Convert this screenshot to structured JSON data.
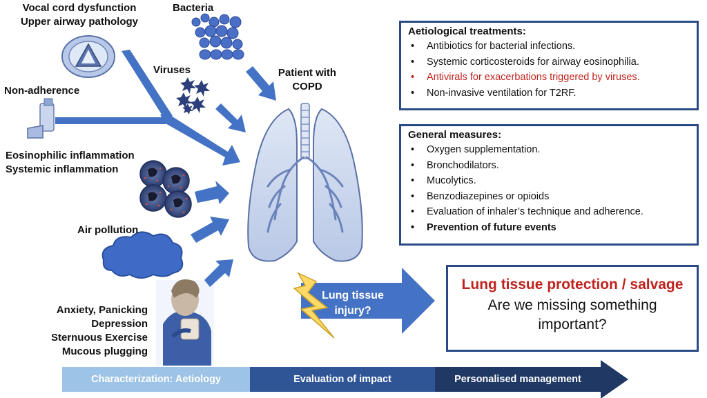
{
  "causes": {
    "vocal": [
      "Vocal cord dysfunction",
      "Upper airway pathology"
    ],
    "bacteria": "Bacteria",
    "viruses": "Viruses",
    "nonadherence": "Non-adherence",
    "inflammation": [
      "Eosinophilic inflammation",
      "Systemic inflammation"
    ],
    "pollution": "Air pollution",
    "psych": [
      "Anxiety, Panicking",
      "Depression",
      "Sternuous Exercise",
      "Mucous plugging"
    ]
  },
  "patient_label": [
    "Patient with",
    "COPD"
  ],
  "aetiological": {
    "title": "Aetiological treatments:",
    "items": [
      "Antibiotics for bacterial infections.",
      "Systemic corticosteroids for airway eosinophilia.",
      "Antivirals for exacerbations triggered by viruses.",
      "Non-invasive ventilation for T2RF."
    ],
    "highlight_index": 2
  },
  "general": {
    "title": "General measures:",
    "items": [
      "Oxygen supplementation.",
      "Bronchodilators.",
      "Mucolytics.",
      "Benzodiazepines or opioids",
      "Evaluation of inhaler’s technique and adherence.",
      "Prevention of future events"
    ],
    "bold_index": 5
  },
  "injury": "Lung tissue\ninjury?",
  "protection": {
    "title": "Lung tissue protection / salvage",
    "question": "Are we missing something\nimportant?"
  },
  "timeline": [
    "Characterization: Aetiology",
    "Evaluation of impact",
    "Personalised management"
  ],
  "colors": {
    "box_border": "#2a4a86",
    "highlight_red": "#c0221d",
    "arrow_blue": "#4472c4",
    "bar_light": "#9dc3e6",
    "bar_mid": "#2f5597",
    "bar_dark": "#1f3864",
    "lightning": "#ffd966"
  },
  "icons": {
    "bacteria": "bacteria-cluster-icon",
    "viruses": "virus-icon",
    "inhaler": "inhaler-icon",
    "cells": "inflammatory-cell-icon",
    "cloud": "pollution-cloud-icon",
    "throat": "larynx-icon",
    "lungs": "lungs-icon",
    "lightning": "lightning-bolt-icon",
    "person": "coughing-person-icon"
  }
}
